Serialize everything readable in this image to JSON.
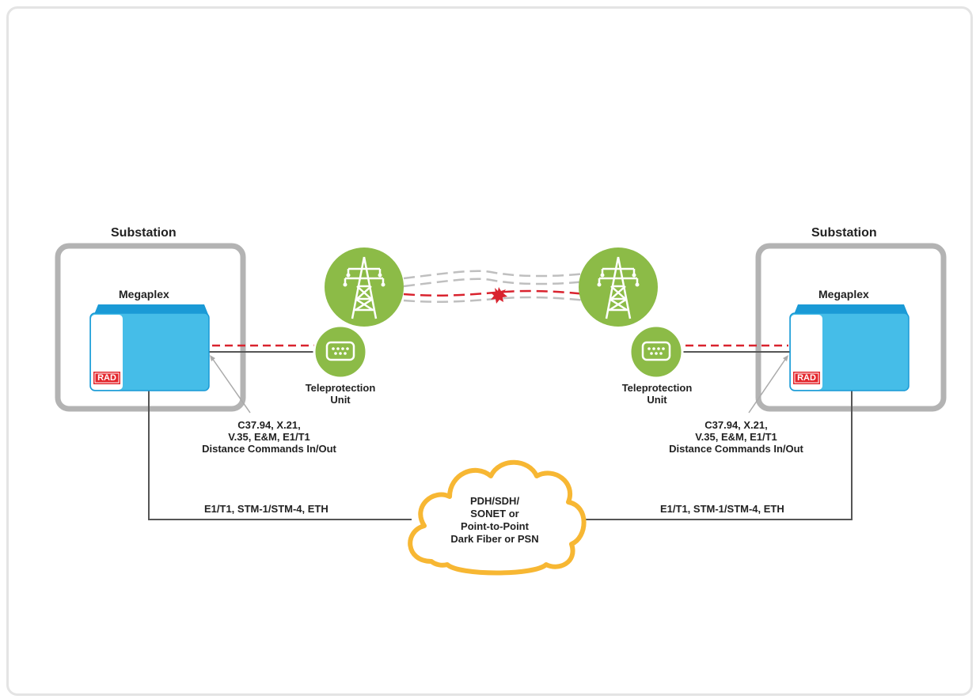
{
  "left": {
    "site_title": "Substation",
    "device_name": "Megaplex",
    "device_logo": "RAD",
    "unit_label": [
      "Teleprotection",
      "Unit"
    ],
    "interfaces": [
      "C37.94, X.21,",
      "V.35, E&M, E1/T1",
      "Distance Commands In/Out"
    ],
    "wan_label": "E1/T1, STM-1/STM-4, ETH"
  },
  "right": {
    "site_title": "Substation",
    "device_name": "Megaplex",
    "device_logo": "RAD",
    "unit_label": [
      "Teleprotection",
      "Unit"
    ],
    "interfaces": [
      "C37.94, X.21,",
      "V.35, E&M, E1/T1",
      "Distance Commands In/Out"
    ],
    "wan_label": "E1/T1, STM-1/STM-4, ETH"
  },
  "network": {
    "lines": [
      "PDH/SDH/",
      "SONET or",
      "Point-to-Point",
      "Dark Fiber or PSN"
    ]
  },
  "icons": {
    "tower": "power-tower-icon",
    "unit": "teleprotection-unit-icon",
    "fault": "fault-spark-icon",
    "cloud": "cloud-icon"
  },
  "colors": {
    "substation_border": "#b3b3b3",
    "device_blue": "#45bde8",
    "device_top": "#1a9ad6",
    "rad_red": "#e3262c",
    "green": "#8cbb47",
    "signal_red": "#d9232e",
    "cloud_orange": "#f7b733",
    "line_gray": "#555555"
  }
}
